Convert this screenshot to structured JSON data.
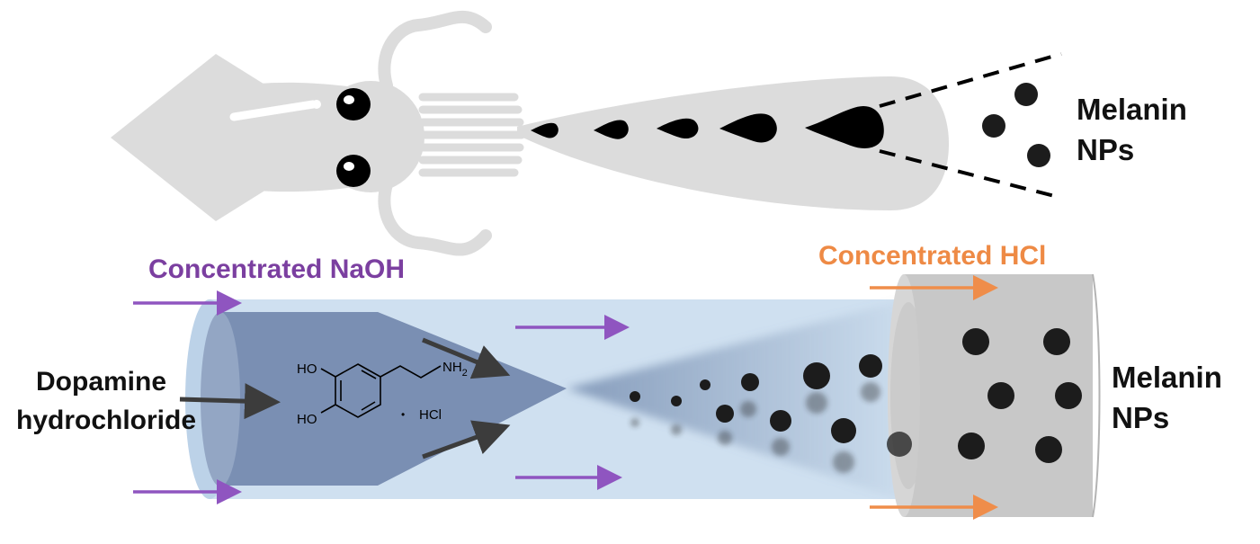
{
  "top_panel": {
    "label_line1": "Melanin",
    "label_line2": "NPs"
  },
  "bottom_panel": {
    "base_label": "Concentrated NaOH",
    "acid_label": "Concentrated HCl",
    "input_label_line1": "Dopamine",
    "input_label_line2": "hydrochloride",
    "output_label_line1": "Melanin",
    "output_label_line2": "NPs",
    "molecule": {
      "ho_top": "HO",
      "ho_bottom": "HO",
      "amine": "NH",
      "amine_subscript": "2",
      "salt": "HCl",
      "salt_dot": "•"
    }
  },
  "colors": {
    "squid": "#dcdcdc",
    "ink": "#000000",
    "base": "#7b3fa0",
    "acid": "#ee8a45",
    "tube": "#cfe0f0",
    "cone": "#6f87ab",
    "acid_zone": "#c8c8c8",
    "particle": "#1c1c1c"
  },
  "icons": [
    "squid-icon",
    "dopamine-structure-icon"
  ]
}
